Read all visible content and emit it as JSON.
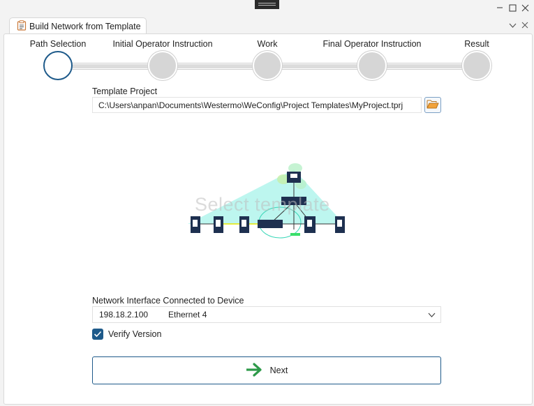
{
  "tab": {
    "label": "Build Network from Template",
    "icon": "clipboard-icon"
  },
  "window_controls": [
    "minimize-icon",
    "maximize-icon",
    "close-icon"
  ],
  "tab_controls": [
    "chevron-down-icon",
    "close-icon"
  ],
  "stepper": {
    "steps": [
      {
        "label": "Path Selection",
        "active": true
      },
      {
        "label": "Initial Operator Instruction",
        "active": false
      },
      {
        "label": "Work",
        "active": false
      },
      {
        "label": "Final Operator Instruction",
        "active": false
      },
      {
        "label": "Result",
        "active": false
      }
    ]
  },
  "template_project": {
    "label": "Template Project",
    "path": "C:\\Users\\anpan\\Documents\\Westermo\\WeConfig\\Project Templates\\MyProject.tprj",
    "browse_icon": "folder-open-icon"
  },
  "preview": {
    "overlay_text": "Select template"
  },
  "network_interface": {
    "label": "Network Interface Connected to Device",
    "ip": "198.18.2.100",
    "interface": "Ethernet 4"
  },
  "verify_version": {
    "label": "Verify Version",
    "checked": true
  },
  "next_button": {
    "label": "Next",
    "icon": "arrow-right-icon"
  },
  "colors": {
    "accent": "#1e5a8a",
    "arrow": "#2e9a4a",
    "step_inactive": "#d6d6d6"
  }
}
